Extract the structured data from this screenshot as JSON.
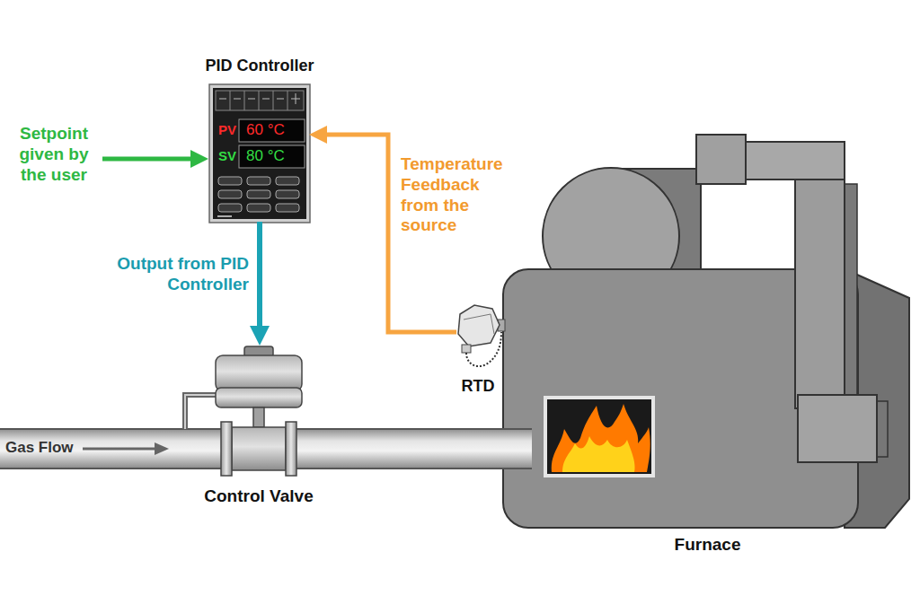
{
  "diagram": {
    "nodes": [
      {
        "text": [
          "PID Controller",
          "PV",
          "60 °C",
          "SV",
          "80 °C"
        ]
      },
      {
        "text": [
          "Control Valve"
        ]
      },
      {
        "text": [
          "RTD"
        ]
      },
      {
        "text": [
          "Furnace"
        ]
      }
    ],
    "edges": [
      {
        "from": 0,
        "to": 1,
        "arrow": "to",
        "label": "Output from PID Controller"
      },
      {
        "from": 2,
        "to": 0,
        "arrow": "to",
        "label": "Temperature Feedback from the source"
      }
    ],
    "labels": [
      "Setpoint given by the user",
      "Gas Flow"
    ]
  }
}
